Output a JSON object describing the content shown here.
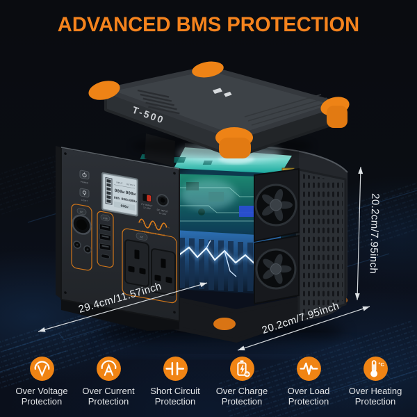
{
  "title": "ADVANCED BMS PROTECTION",
  "device": {
    "model": "T-500",
    "panel": {
      "power_label": "POWER",
      "light_label": "LIGHT",
      "dc_button": "DC",
      "usb_button": "USB",
      "ac_button": "AC",
      "pv_input_label": "PV INPUT",
      "pv_input_range": "12-30V",
      "dc_input_label": "DC INPUT",
      "dc_input_range": "12-30V",
      "sine_label": "PURE SINE WAVE",
      "lcd": {
        "input_label": "INPUT",
        "output_label": "OUTPUT",
        "watt_in": "000w",
        "watt_out": "000w",
        "hours": "00h",
        "volt_1": "000v",
        "volt_2": "000v"
      }
    }
  },
  "dimensions": {
    "width": "29.4cm/11.57inch",
    "depth": "20.2cm/7.95inch",
    "height": "20.2cm/7.95inch"
  },
  "features": [
    {
      "icon": "over-voltage-icon",
      "line1": "Over Voltage",
      "line2": "Protection"
    },
    {
      "icon": "over-current-icon",
      "line1": "Over Current",
      "line2": "Protection"
    },
    {
      "icon": "short-circuit-icon",
      "line1": "Short Circuit",
      "line2": "Protection"
    },
    {
      "icon": "over-charge-icon",
      "line1": "Over Charge",
      "line2": "Protection"
    },
    {
      "icon": "over-load-icon",
      "line1": "Over Load",
      "line2": "Protection"
    },
    {
      "icon": "over-heating-icon",
      "line1": "Over Heating",
      "line2": "Protection",
      "degree": "°C"
    }
  ],
  "colors": {
    "accent_orange": "#f5831d",
    "icon_orange": "#f08414",
    "text_light": "#e9edf0",
    "glow_cyan": "#35c8e8"
  }
}
